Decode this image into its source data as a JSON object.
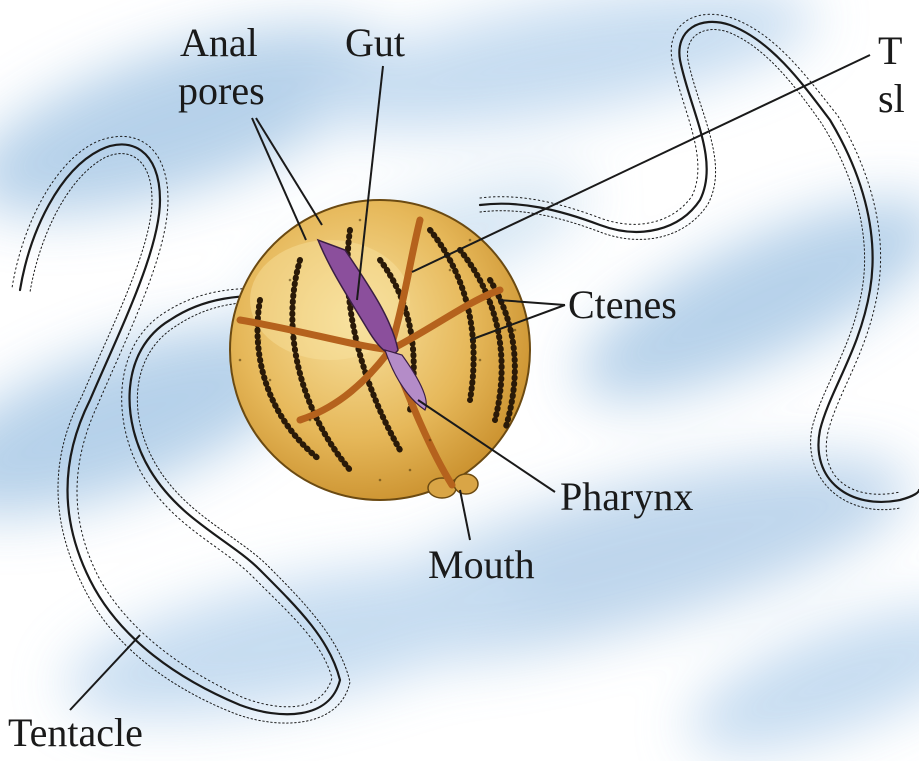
{
  "labels": {
    "anal_line1": "Anal",
    "anal_line2": "pores",
    "gut": "Gut",
    "top_right_line1": "T",
    "top_right_line2": "sl",
    "ctenes": "Ctenes",
    "pharynx": "Pharynx",
    "mouth": "Mouth",
    "tentacle": "Tentacle"
  },
  "colors": {
    "water": "#cfe2f2",
    "water_deep": "#a9c9e6",
    "body": "#e0b050",
    "body_highlight": "#f6dc8e",
    "canal": "#b5621d",
    "gut": "#8b4f9c",
    "line": "#1a1a1a"
  }
}
